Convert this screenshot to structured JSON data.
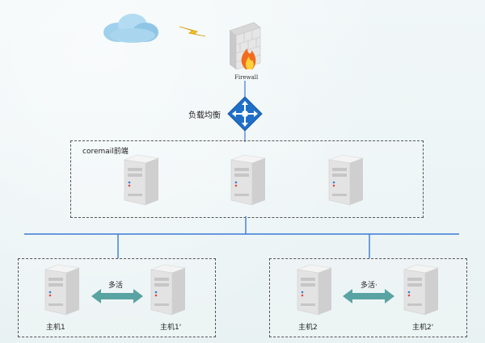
{
  "diagram": {
    "firewall_label": "Firewall",
    "load_balancer_label": "负载均衡",
    "frontend_group_label": "coremail前端",
    "host_labels": [
      "主机1",
      "主机1'",
      "主机2",
      "主机2'"
    ],
    "active_active_label": "多活",
    "active_active_label_2": "多活·"
  },
  "colors": {
    "bus_line": "#3a7bd5",
    "lb_fill": "#1f6fc9",
    "arrow": "#5aa3a3",
    "cloud": "#a9d6ee",
    "lightning": "#f2c21b"
  },
  "icons": {
    "cloud": "cloud-icon",
    "lightning": "lightning-icon",
    "firewall": "firewall-icon",
    "load_balancer": "load-balancer-icon",
    "server": "server-icon"
  }
}
